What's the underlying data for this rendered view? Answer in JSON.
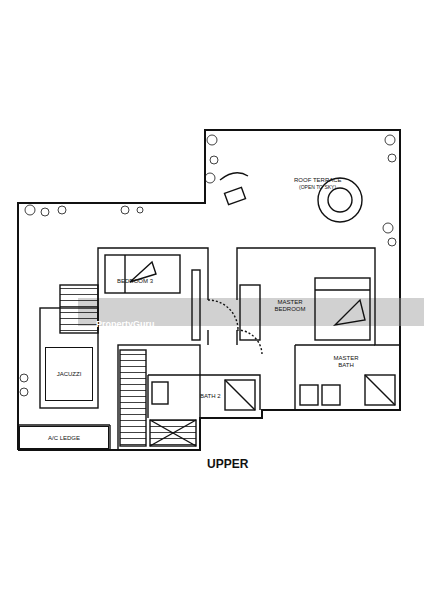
{
  "diagram": {
    "caption": "UPPER",
    "nodes": [
      {
        "text": [
          "JACUZZI"
        ]
      },
      {
        "text": [
          "A/C LEDGE"
        ]
      }
    ],
    "labels": [
      "ROOF TERRACE",
      "(OPEN TO SKY)",
      "BEDROOM 3",
      "MASTER BEDROOM",
      "MASTER BATH",
      "BATH 2",
      "PropertyGuru"
    ]
  }
}
